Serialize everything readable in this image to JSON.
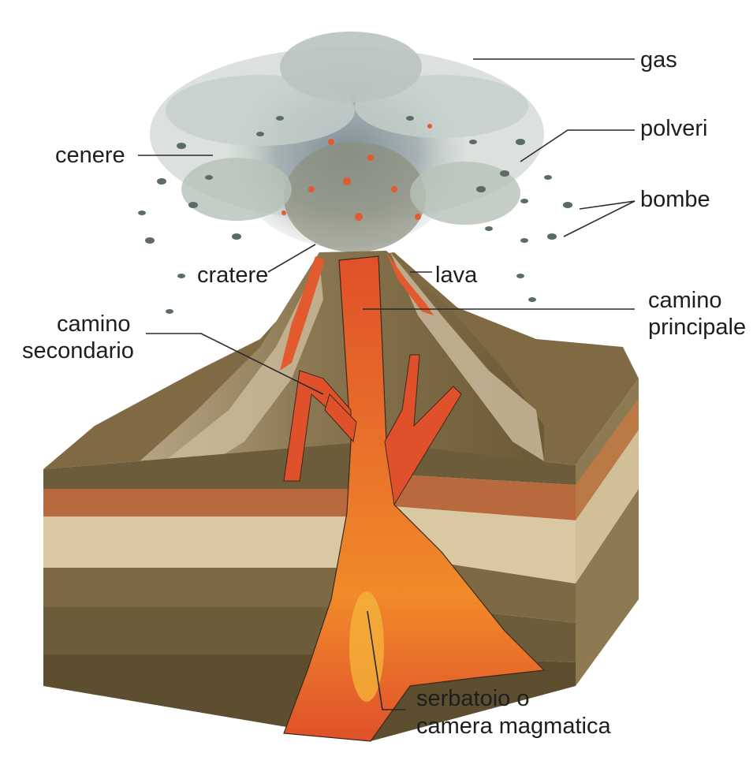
{
  "diagram": {
    "labels": {
      "gas": "gas",
      "polveri": "polveri",
      "bombe": "bombe",
      "cenere": "cenere",
      "cratere": "cratere",
      "lava": "lava",
      "camino_principale": [
        "camino",
        "principale"
      ],
      "camino_secondario": [
        "camino",
        "secondario"
      ],
      "serbatoio": [
        "serbatoio o",
        "camera magmatica"
      ]
    },
    "colors": {
      "magma": "#e0502a",
      "magma_core": "#f4a12c",
      "rock_dark": "#5e4e30",
      "rock_mid": "#7d6a45",
      "rock_light": "#d9c8a2",
      "rock_orange": "#b86a3e",
      "ash_cloud": "#9aa6ab",
      "ash_light": "#d2d8d6"
    }
  }
}
